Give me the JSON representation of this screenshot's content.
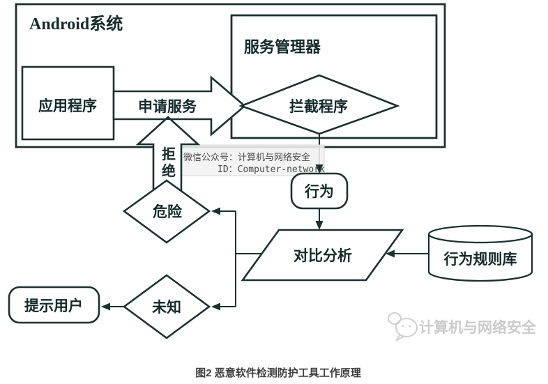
{
  "diagram": {
    "containers": {
      "android_system": {
        "label": "Android系统"
      },
      "service_manager": {
        "label": "服务管理器"
      }
    },
    "nodes": {
      "application": {
        "label": "应用程序",
        "shape": "rect"
      },
      "request_service": {
        "label": "申请服务",
        "shape": "block-arrow-right"
      },
      "interceptor": {
        "label": "拦截程序",
        "shape": "diamond"
      },
      "reject": {
        "label": "拒绝",
        "chars": [
          "拒",
          "绝"
        ],
        "shape": "block-arrow-up"
      },
      "danger": {
        "label": "危险",
        "shape": "diamond"
      },
      "behavior": {
        "label": "行为",
        "shape": "rounded-rect"
      },
      "comparison": {
        "label": "对比分析",
        "shape": "parallelogram"
      },
      "rule_db": {
        "label": "行为规则库",
        "shape": "cylinder"
      },
      "unknown": {
        "label": "未知",
        "shape": "diamond"
      },
      "notify_user": {
        "label": "提示用户",
        "shape": "rounded-rect"
      }
    },
    "watermark": {
      "line1": "微信公众号：计算机与网络安全",
      "line2": "ID：Computer-network",
      "footer": "计算机与网络安全"
    },
    "caption": "图2  恶意软件检测防护工具工作原理",
    "colors": {
      "stroke": "#1c3030",
      "text": "#152a2a",
      "watermark_text": "#4a4a4a",
      "footer_watermark": "#cbcbcb",
      "caption": "#3f3f3f",
      "background": "#ffffff"
    }
  }
}
